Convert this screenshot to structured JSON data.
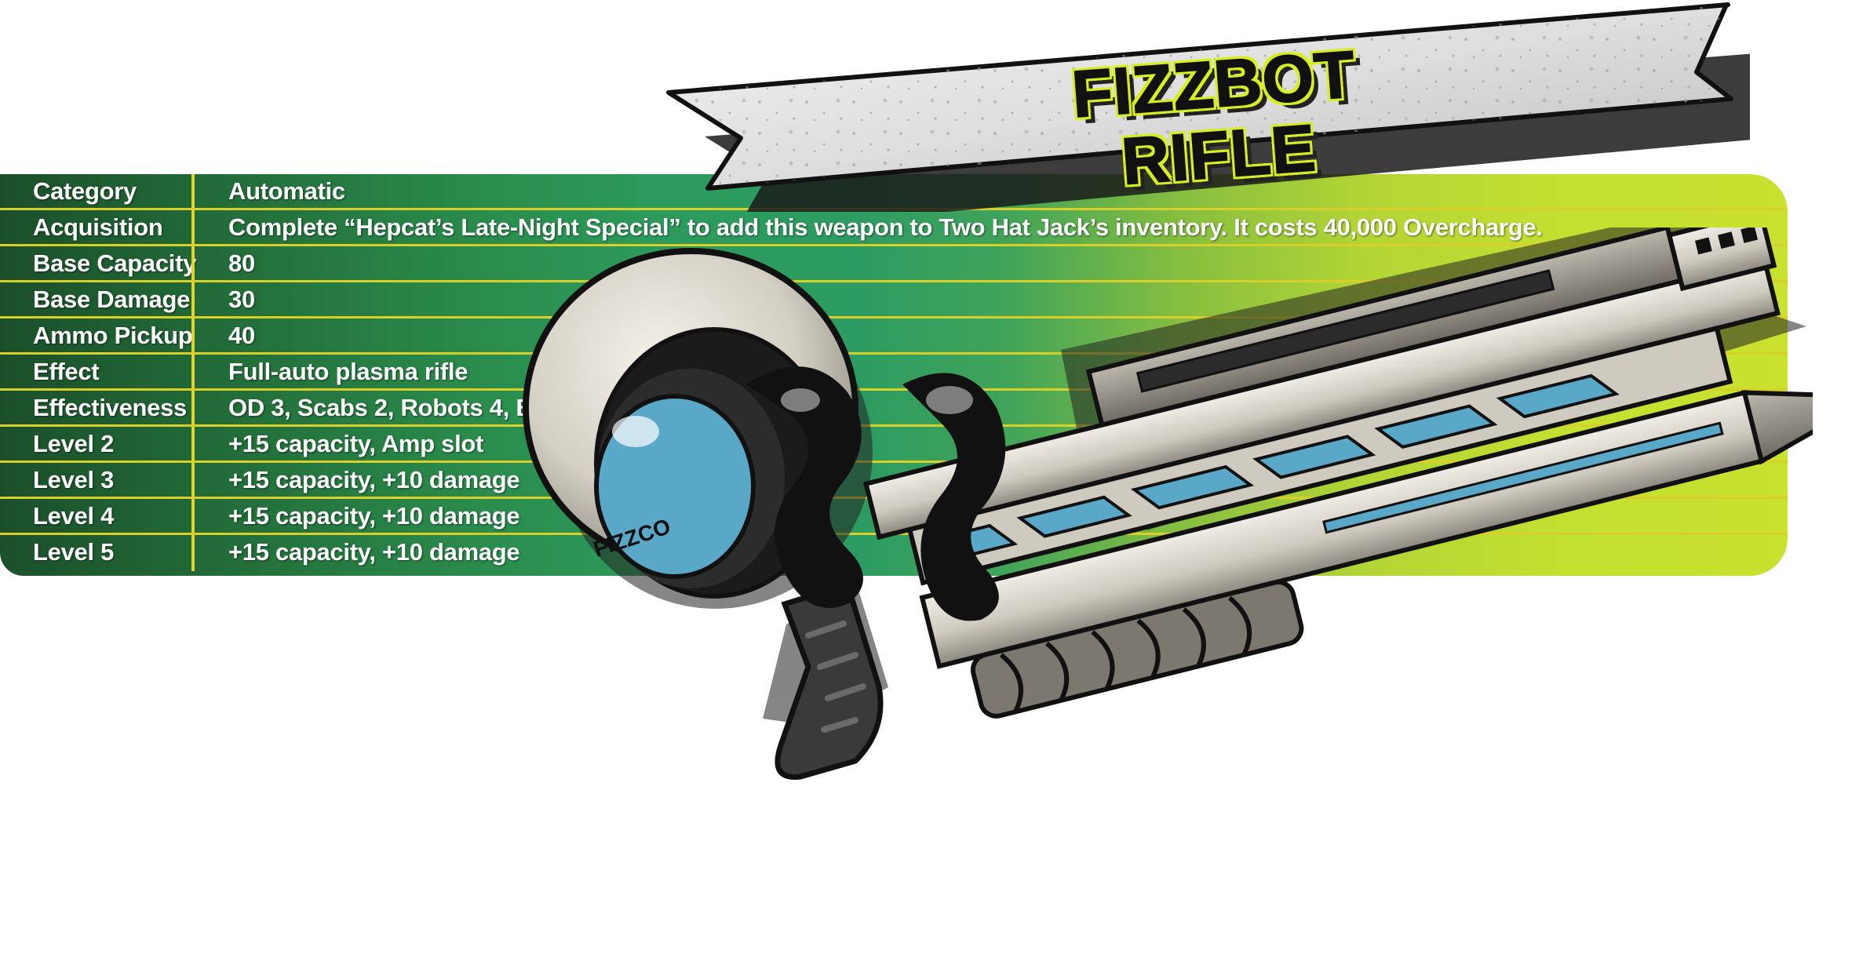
{
  "banner": {
    "title": "FIZZBOT RIFLE"
  },
  "stats": [
    {
      "label": "Category",
      "value": "Automatic"
    },
    {
      "label": "Acquisition",
      "value": "Complete “Hepcat’s Late-Night Special” to add this weapon to Two Hat Jack’s inventory. It costs 40,000 Overcharge."
    },
    {
      "label": "Base Capacity",
      "value": "80"
    },
    {
      "label": "Base Damage",
      "value": "30"
    },
    {
      "label": "Ammo Pickup",
      "value": "40"
    },
    {
      "label": "Effect",
      "value": "Full-auto plasma rifle"
    },
    {
      "label": "Effectiveness",
      "value": "OD 3, Scabs 2, Robots 4, Bosses 3"
    },
    {
      "label": "Level 2",
      "value": "+15 capacity, Amp slot"
    },
    {
      "label": "Level 3",
      "value": "+15 capacity, +10 damage"
    },
    {
      "label": "Level 4",
      "value": "+15 capacity, +10 damage"
    },
    {
      "label": "Level 5",
      "value": "+15 capacity, +10 damage"
    }
  ],
  "weapon": {
    "brand": "FIZZCO",
    "icon": "plasma-rifle-illustration"
  },
  "colors": {
    "panel_dark": "#1b4f2a",
    "panel_mid": "#2d9c62",
    "panel_light": "#c9e12f",
    "divider": "#e0d52e",
    "title_outline": "#d7ee1f",
    "accent_blue": "#5aa8c8"
  }
}
